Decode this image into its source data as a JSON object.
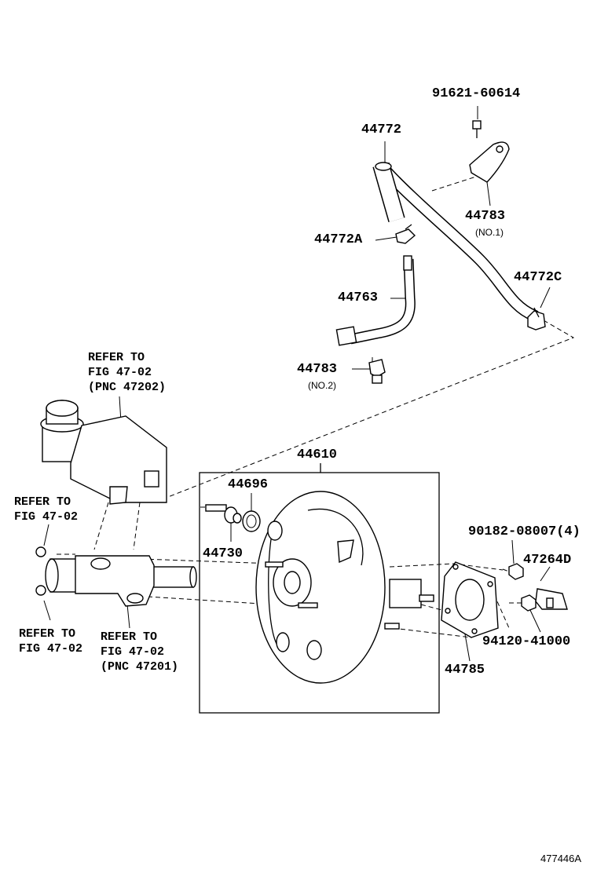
{
  "parts": {
    "p1": "91621-60614",
    "p2": "44772",
    "p3": "44783",
    "p3_sub": "(NO.1)",
    "p4": "44772A",
    "p5": "44772C",
    "p6": "44763",
    "p7": "44783",
    "p7_sub": "(NO.2)",
    "p8": "44610",
    "p9": "44696",
    "p10": "44730",
    "p11": "90182-08007(4)",
    "p12": "47264D",
    "p13": "94120-41000",
    "p14": "44785"
  },
  "refs": {
    "r1": "REFER TO\nFIG 47-02\n(PNC 47202)",
    "r2": "REFER TO\nFIG 47-02",
    "r3": "REFER TO\nFIG 47-02",
    "r4": "REFER TO\nFIG 47-02\n(PNC 47201)"
  },
  "figure_id": "477446A"
}
